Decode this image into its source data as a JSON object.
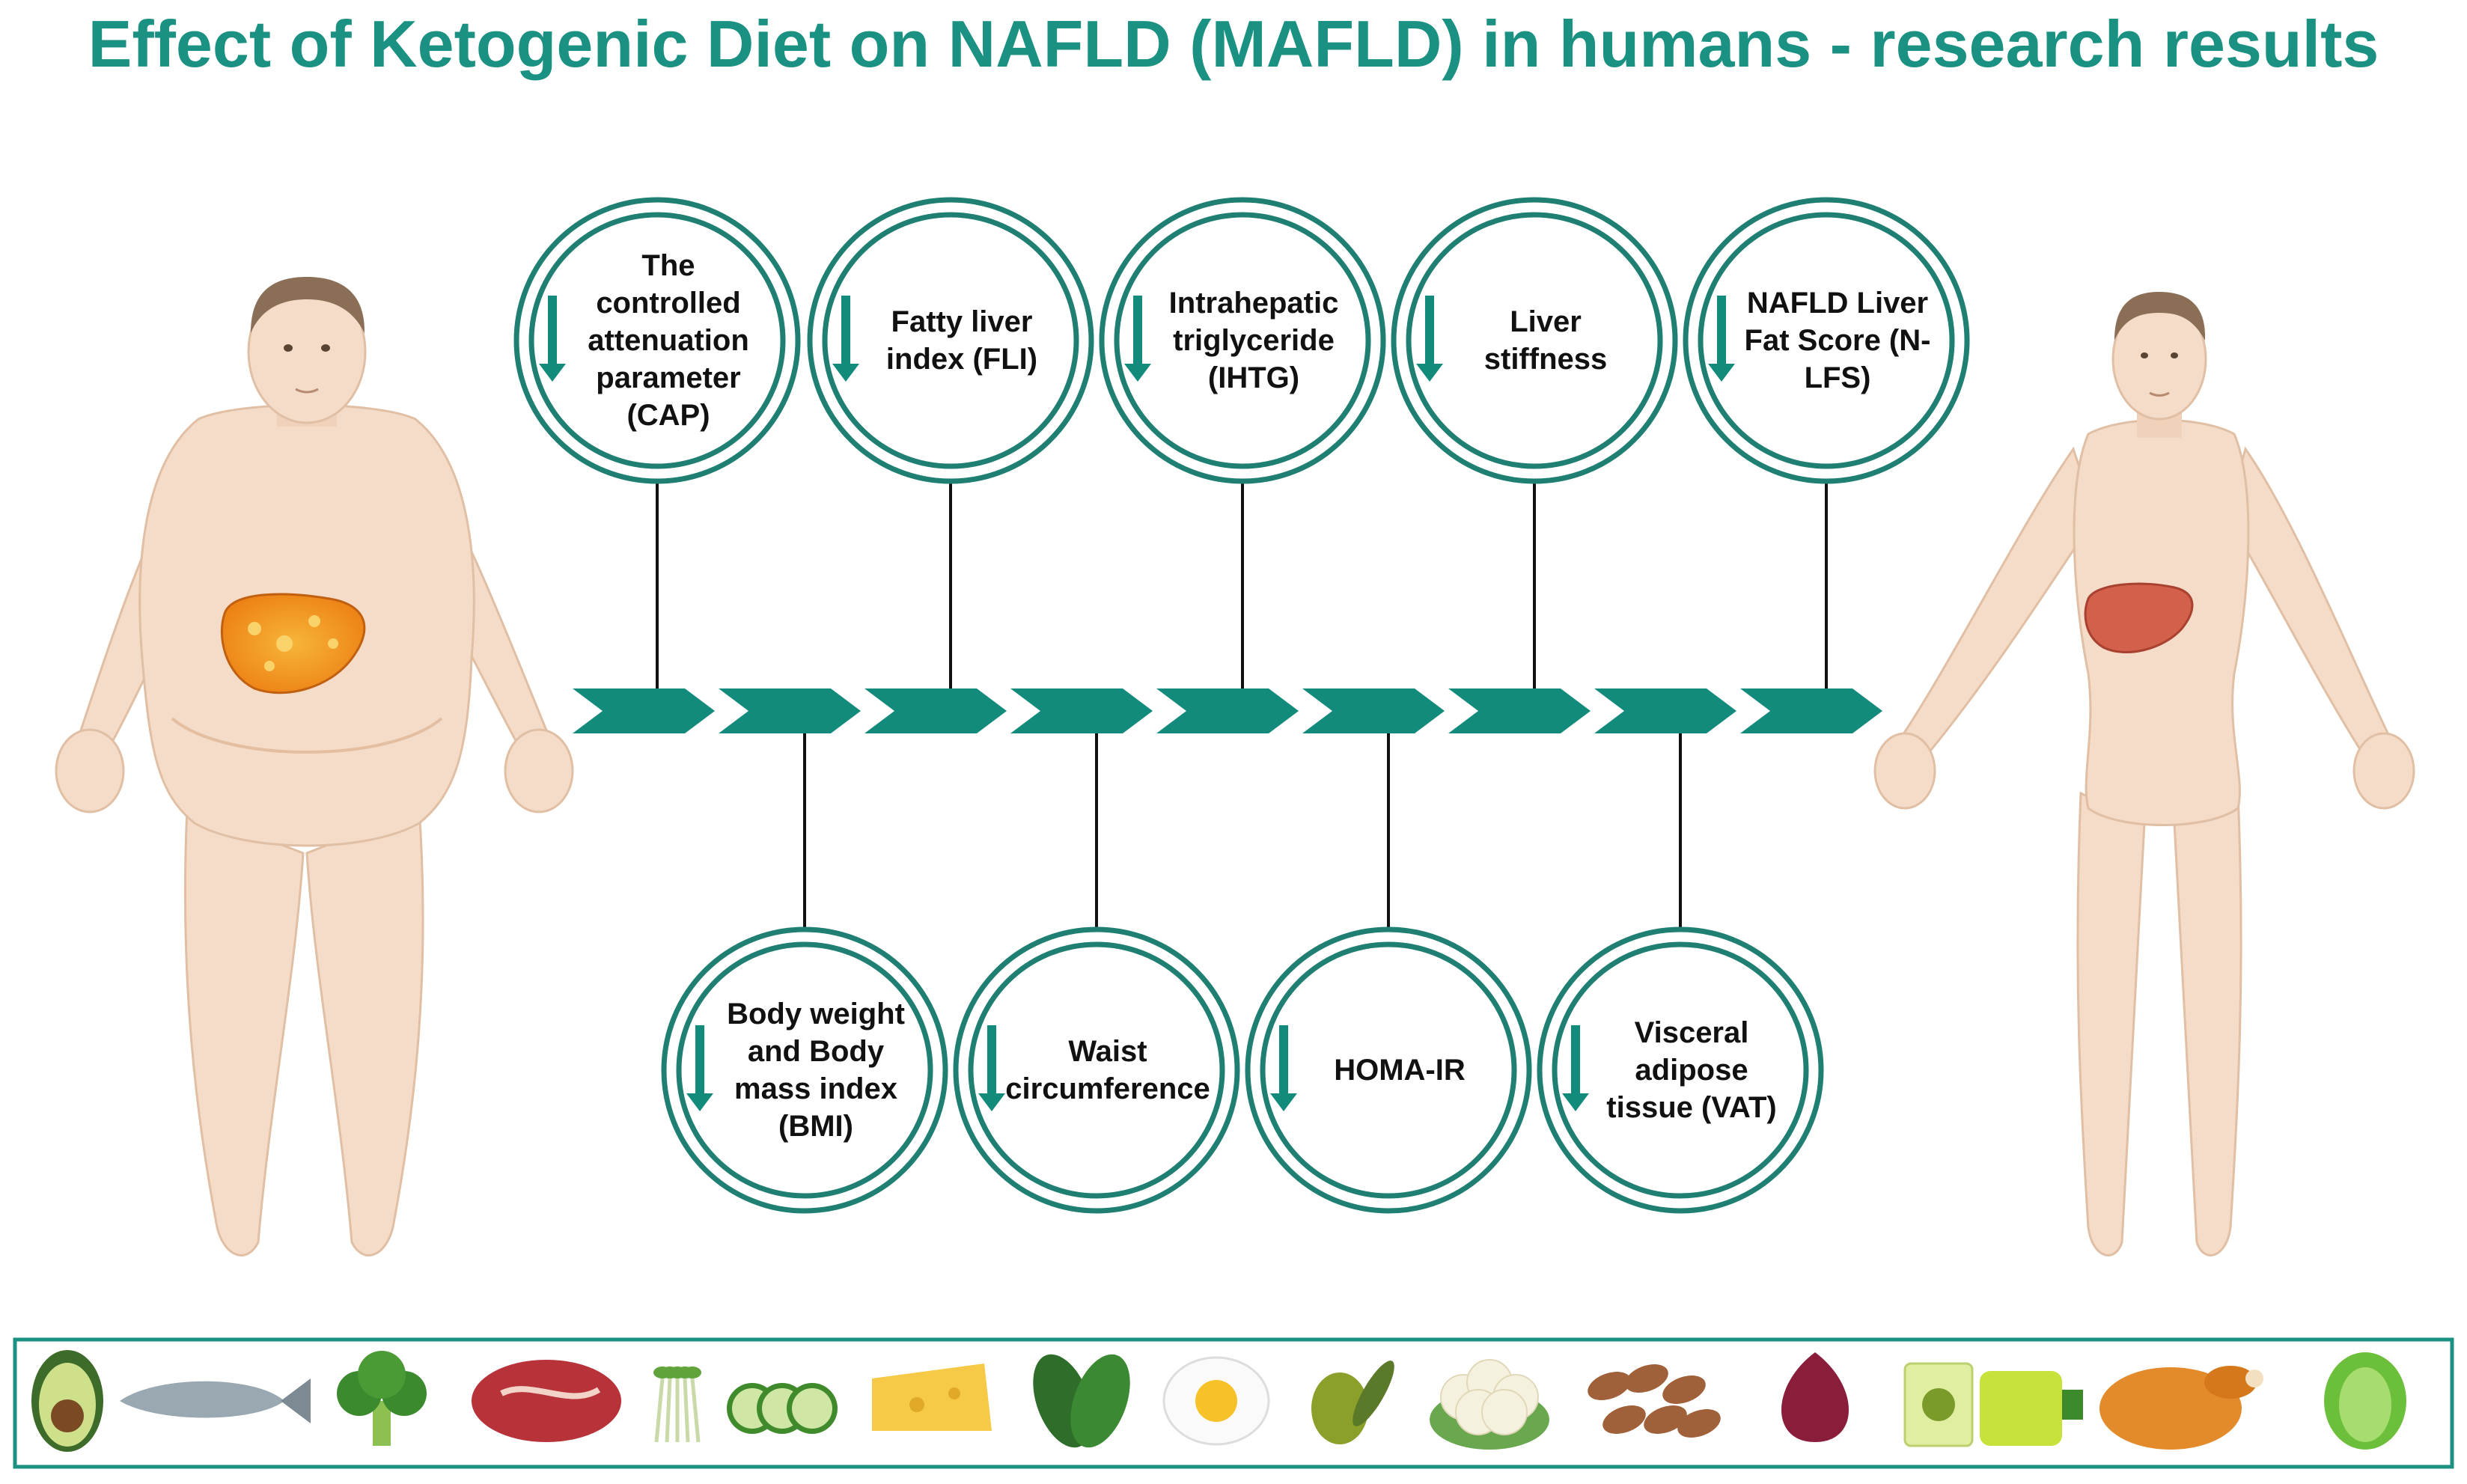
{
  "title": "Effect of Ketogenic Diet on NAFLD (MAFLD) in humans - research results",
  "colors": {
    "accent": "#1a9182",
    "ring_stroke": "#1f7f73",
    "arrow_fill": "#128a7c",
    "skin": "#f4dcc8",
    "skin_shadow": "#e6c4aa",
    "fatty_liver": "#f29a1f",
    "healthy_liver": "#d2604a",
    "hair": "#8a6e56"
  },
  "top_markers": [
    {
      "id": "cap",
      "lines": [
        "The",
        "controlled",
        "attenuation",
        "parameter",
        "(CAP)"
      ],
      "trend": "decrease"
    },
    {
      "id": "fli",
      "lines": [
        "Fatty liver",
        "index (FLI)"
      ],
      "trend": "decrease"
    },
    {
      "id": "ihtg",
      "lines": [
        "Intrahepatic",
        "triglyceride",
        "(IHTG)"
      ],
      "trend": "decrease"
    },
    {
      "id": "liver-stiffness",
      "lines": [
        "Liver",
        "stiffness"
      ],
      "trend": "decrease"
    },
    {
      "id": "nlfs",
      "lines": [
        "NAFLD Liver",
        "Fat Score (N-",
        "LFS)"
      ],
      "trend": "decrease"
    }
  ],
  "bottom_markers": [
    {
      "id": "bmi",
      "lines": [
        "Body weight",
        "and Body",
        "mass index",
        "(BMI)"
      ],
      "trend": "decrease"
    },
    {
      "id": "waist",
      "lines": [
        "Waist",
        "circumference"
      ],
      "trend": "decrease"
    },
    {
      "id": "homa-ir",
      "lines": [
        "HOMA-IR"
      ],
      "trend": "decrease"
    },
    {
      "id": "vat",
      "lines": [
        "Visceral",
        "adipose",
        "tissue (VAT)"
      ],
      "trend": "decrease"
    }
  ],
  "figures": {
    "left": {
      "body_type": "obese",
      "liver": "fatty-liver-icon"
    },
    "right": {
      "body_type": "lean",
      "liver": "healthy-liver-icon"
    }
  },
  "food_strip": [
    "avocado-icon",
    "salmon-icon",
    "broccoli-icon",
    "steak-icon",
    "sprouts-icon",
    "cucumber-icon",
    "cheese-icon",
    "spinach-icon",
    "egg-icon",
    "olive-icon",
    "cauliflower-icon",
    "almonds-icon",
    "red-onion-icon",
    "olive-oil-icon",
    "roast-chicken-icon",
    "lettuce-icon"
  ]
}
